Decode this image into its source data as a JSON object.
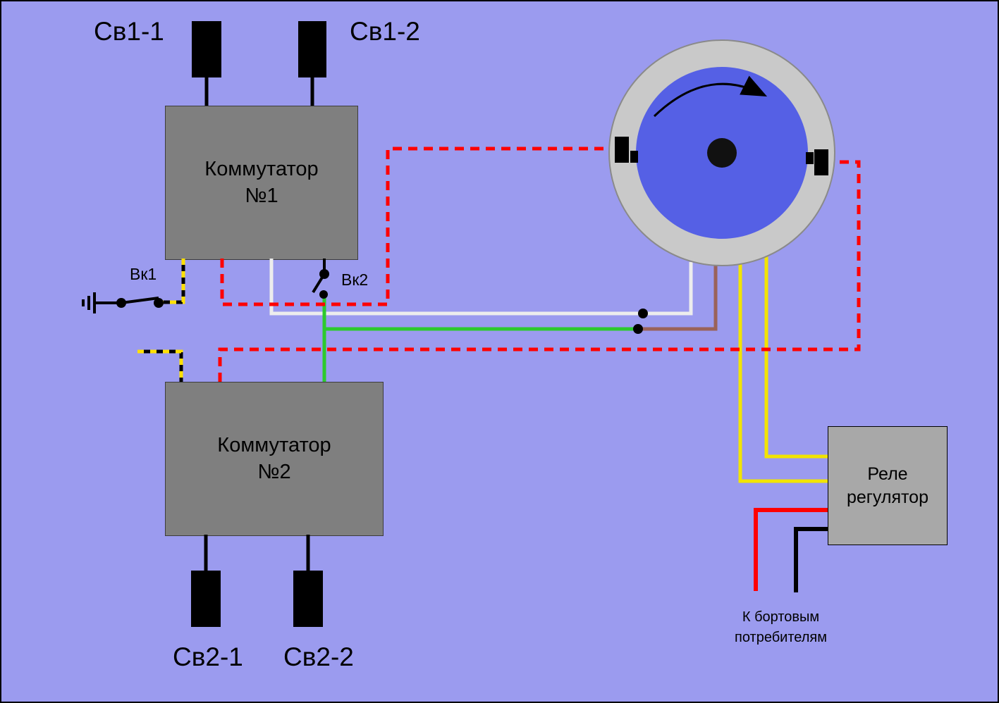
{
  "labels": {
    "plug_top_left": "Св1-1",
    "plug_top_right": "Св1-2",
    "plug_bottom_left": "Св2-1",
    "plug_bottom_right": "Св2-2",
    "switch_left": "Вк1",
    "switch_right": "Вк2"
  },
  "boxes": {
    "commutator1": {
      "line1": "Коммутатор",
      "line2": "№1"
    },
    "commutator2": {
      "line1": "Коммутатор",
      "line2": "№2"
    },
    "relay": {
      "line1": "Реле",
      "line2": "регулятор"
    }
  },
  "notes": {
    "consumers": {
      "line1": "К бортовым",
      "line2": "потребителям"
    }
  },
  "colors": {
    "background": "#9b9bef",
    "commutator_box": "#7f7f7f",
    "relay_box": "#a8a8a8",
    "flywheel_rim": "#c9c9c9",
    "flywheel_rotor": "#5560e5",
    "hub": "#111111",
    "wire_red": "#ff0000",
    "wire_green": "#2dca2d",
    "wire_yellow": "#f2e400",
    "wire_white": "#ededed",
    "wire_brown": "#9a625a",
    "wire_stripe_yellow": "#ffe000",
    "wire_black": "#000000"
  }
}
